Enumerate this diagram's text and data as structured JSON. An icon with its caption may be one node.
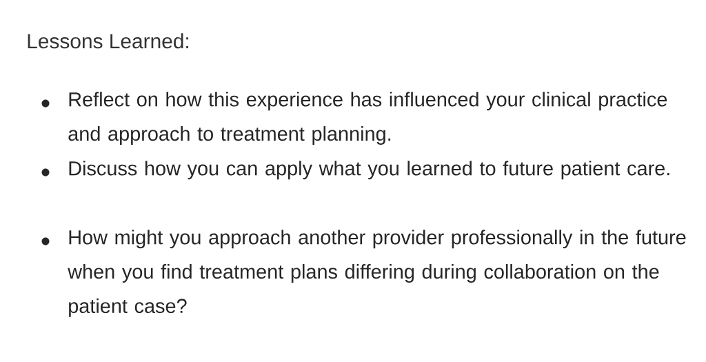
{
  "diagram": {
    "title": "Lessons Learned:",
    "labels": [
      "Reflect on how this experience has influenced your clinical practice and approach to treatment planning.",
      "Discuss how you can apply what you learned to future patient care.",
      "How might you approach another provider professionally in the future when you find treatment plans differing during collaboration on the patient case?"
    ]
  }
}
